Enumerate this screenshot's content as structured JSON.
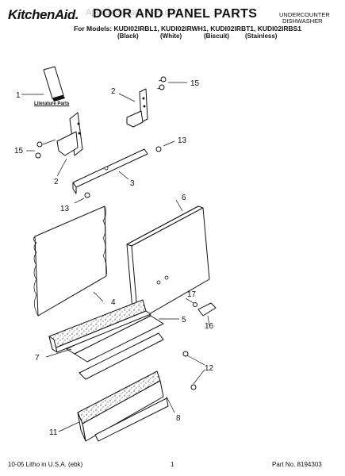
{
  "header": {
    "brand": "KitchenAid.",
    "title": "DOOR AND PANEL PARTS",
    "watermark": "AppliancePartsPros.com",
    "category_line1": "UNDERCOUNTER",
    "category_line2": "DISHWASHER",
    "models_line": "For Models: KUDI02IRBL1, KUDI02IRWH1, KUDI02IRBT1, KUDI02IRBS1",
    "colors": [
      "(Black)",
      "(White)",
      "(Biscuit)",
      "(Stainless)"
    ]
  },
  "labels": {
    "literature": "Literature Parts"
  },
  "callouts": [
    "1",
    "2",
    "15",
    "15",
    "13",
    "2",
    "3",
    "13",
    "6",
    "4",
    "17",
    "5",
    "16",
    "7",
    "12",
    "8",
    "11"
  ],
  "footer": {
    "left": "10-05 Litho in U.S.A. (ebk)",
    "center": "1",
    "right": "Part No. 8194303"
  }
}
